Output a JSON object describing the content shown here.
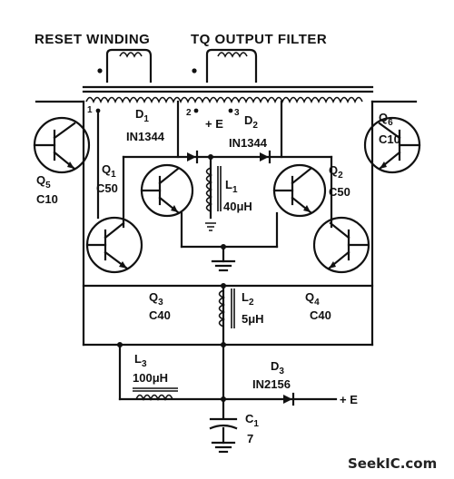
{
  "header": {
    "reset_winding": "RESET WINDING",
    "tq_output_filter": "TQ OUTPUT FILTER"
  },
  "terminals": {
    "t1": "1",
    "t2": "2",
    "t3": "3",
    "plus_e_top": "+ E",
    "plus_e_out": "+ E"
  },
  "components": {
    "d1": {
      "ref": "D",
      "sub": "1",
      "value": "IN1344"
    },
    "d2": {
      "ref": "D",
      "sub": "2",
      "value": "IN1344"
    },
    "d3": {
      "ref": "D",
      "sub": "3",
      "value": "IN2156"
    },
    "q1": {
      "ref": "Q",
      "sub": "1",
      "value": "C50"
    },
    "q2": {
      "ref": "Q",
      "sub": "2",
      "value": "C50"
    },
    "q3": {
      "ref": "Q",
      "sub": "3",
      "value": "C40"
    },
    "q4": {
      "ref": "Q",
      "sub": "4",
      "value": "C40"
    },
    "q5": {
      "ref": "Q",
      "sub": "5",
      "value": "C10"
    },
    "q6": {
      "ref": "Q",
      "sub": "6",
      "value": "C10"
    },
    "l1": {
      "ref": "L",
      "sub": "1",
      "value": "40μH"
    },
    "l2": {
      "ref": "L",
      "sub": "2",
      "value": "5μH"
    },
    "l3": {
      "ref": "L",
      "sub": "3",
      "value": "100μH"
    },
    "c1": {
      "ref": "C",
      "sub": "1",
      "value": "7"
    }
  },
  "watermark": "SeekIC.com"
}
